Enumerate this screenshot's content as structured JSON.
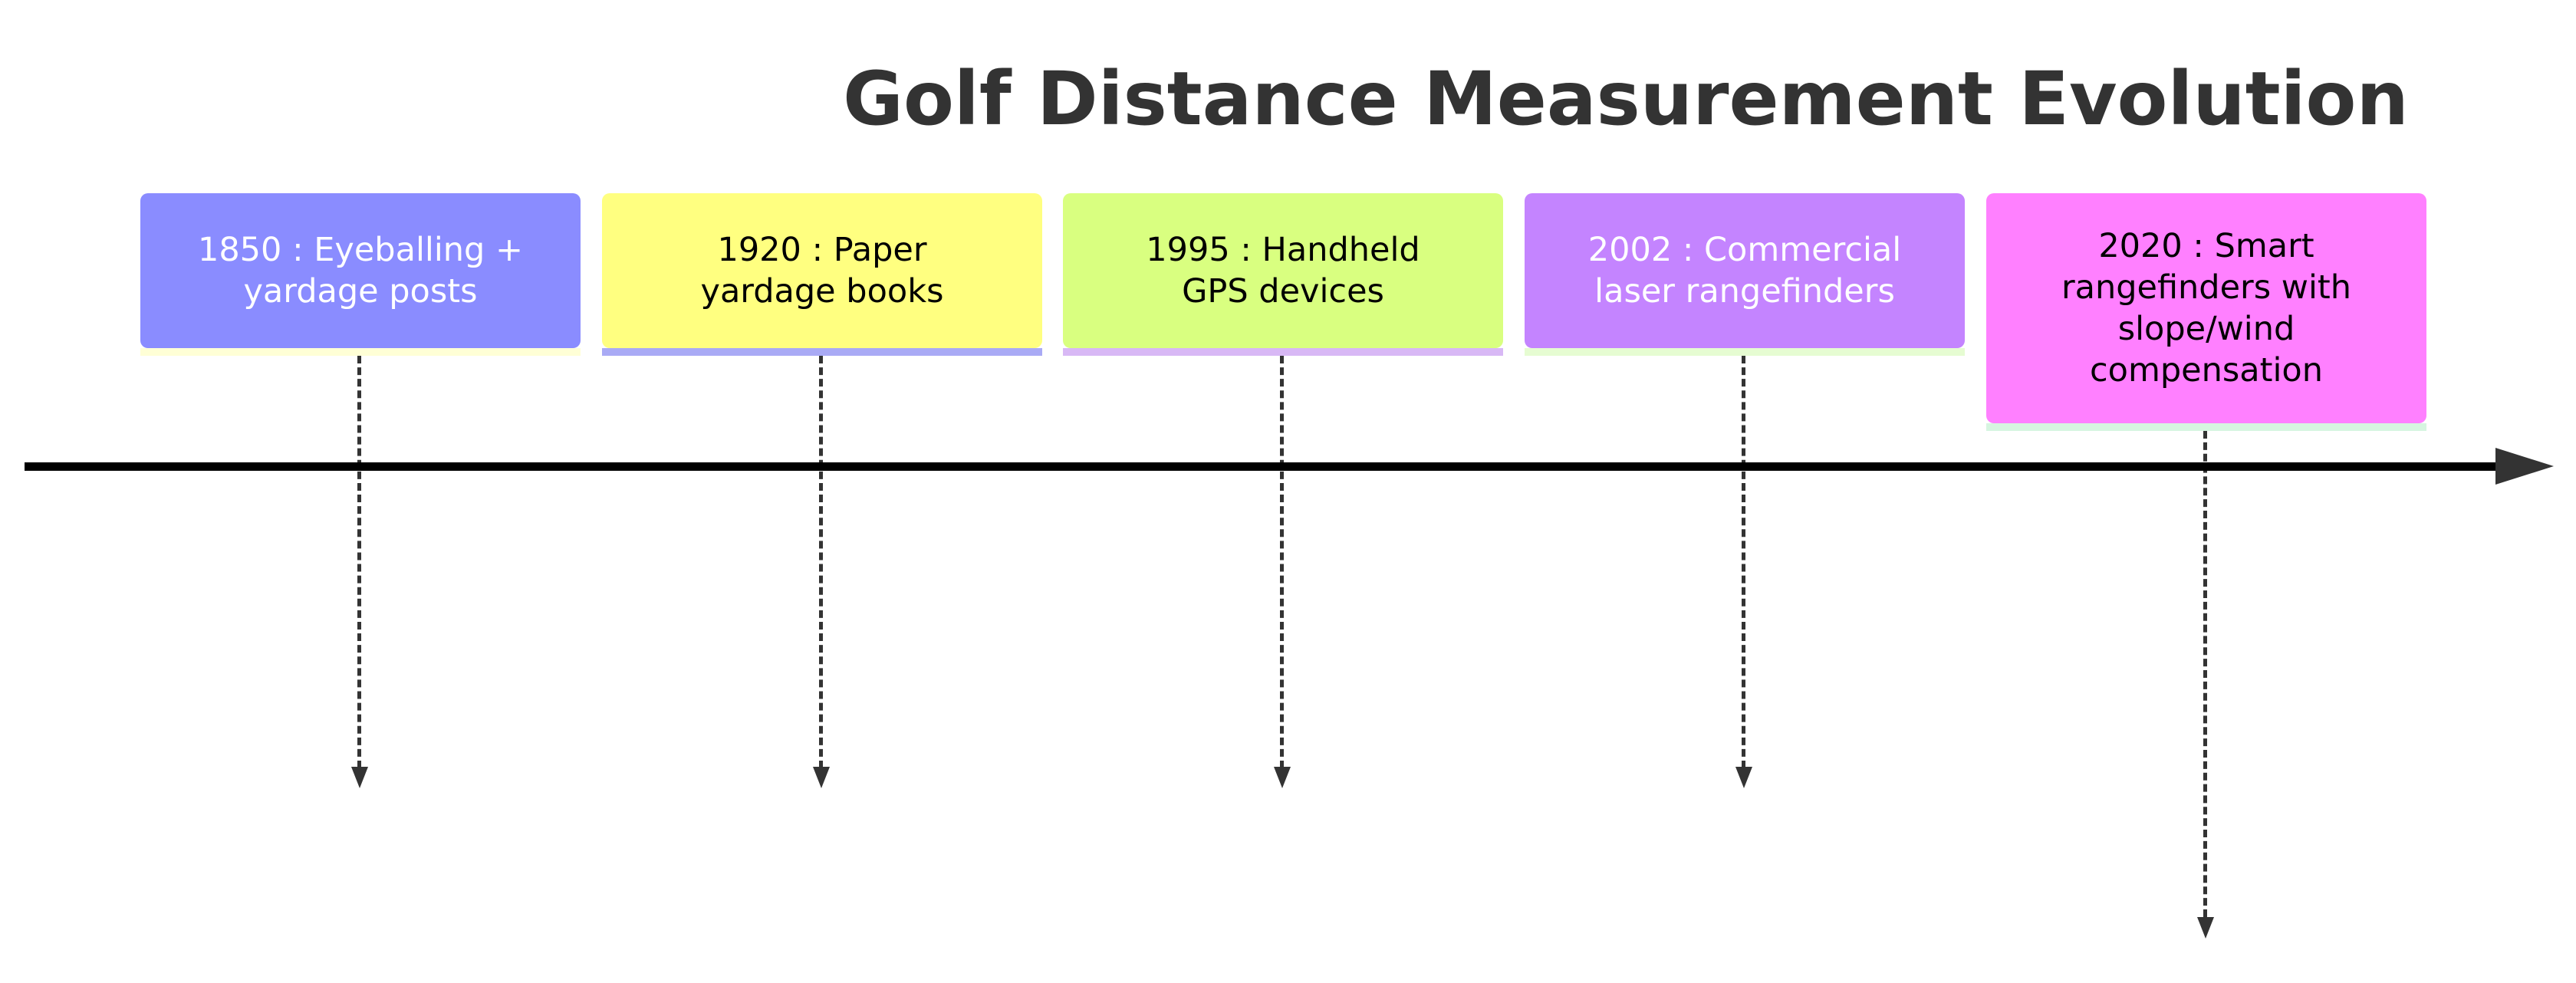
{
  "title": "Golf Distance Measurement Evolution",
  "events": [
    {
      "year": "1850",
      "separator": " :",
      "text": "Eyeballing + yardage posts",
      "line1": "1850 :  Eyeballing +",
      "line2": "yardage posts",
      "line3": "",
      "line4": "",
      "color": "#8a8cff",
      "text_color": "#ffffff"
    },
    {
      "year": "1920",
      "separator": " :",
      "text": "Paper yardage books",
      "line1": "1920 :  Paper",
      "line2": "yardage books",
      "line3": "",
      "line4": "",
      "color": "#ffff80",
      "text_color": "#000000"
    },
    {
      "year": "1995",
      "separator": " :",
      "text": "Handheld GPS devices",
      "line1": "1995 :  Handheld",
      "line2": "GPS devices",
      "line3": "",
      "line4": "",
      "color": "#d9ff80",
      "text_color": "#000000"
    },
    {
      "year": "2002",
      "separator": " :",
      "text": "Commercial laser rangefinders",
      "line1": "2002 :  Commercial",
      "line2": "laser rangefinders",
      "line3": "",
      "line4": "",
      "color": "#c484ff",
      "text_color": "#ffffff"
    },
    {
      "year": "2020",
      "separator": " :",
      "text": "Smart rangefinders with slope/wind compensation",
      "line1": "2020 :  Smart",
      "line2": "rangefinders with",
      "line3": "slope/wind",
      "line4": "compensation",
      "color": "#ff80ff",
      "text_color": "#000000"
    }
  ]
}
